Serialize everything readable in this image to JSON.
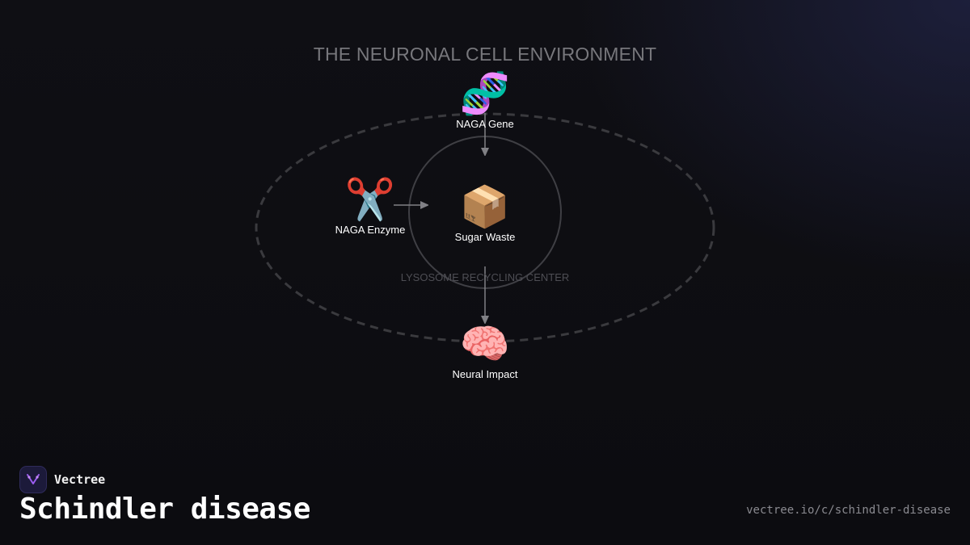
{
  "diagram": {
    "title": "THE NEURONAL CELL ENVIRONMENT",
    "lysosome_label": "LYSOSOME RECYCLING CENTER",
    "nodes": {
      "gene": {
        "label": "NAGA Gene",
        "icon": "dna-icon",
        "glyph": "🧬"
      },
      "enzyme": {
        "label": "NAGA Enzyme",
        "icon": "scissors-icon",
        "glyph": "✂️"
      },
      "waste": {
        "label": "Sugar Waste",
        "icon": "package-icon",
        "glyph": "📦"
      },
      "impact": {
        "label": "Neural Impact",
        "icon": "brain-icon",
        "glyph": "🧠"
      }
    },
    "colors": {
      "background": "#0e0e12",
      "outline": "#3a3a3e",
      "arrow": "#808085",
      "title": "#77777c"
    }
  },
  "footer": {
    "brand_name": "Vectree",
    "page_title": "Schindler disease",
    "url": "vectree.io/c/schindler-disease"
  }
}
